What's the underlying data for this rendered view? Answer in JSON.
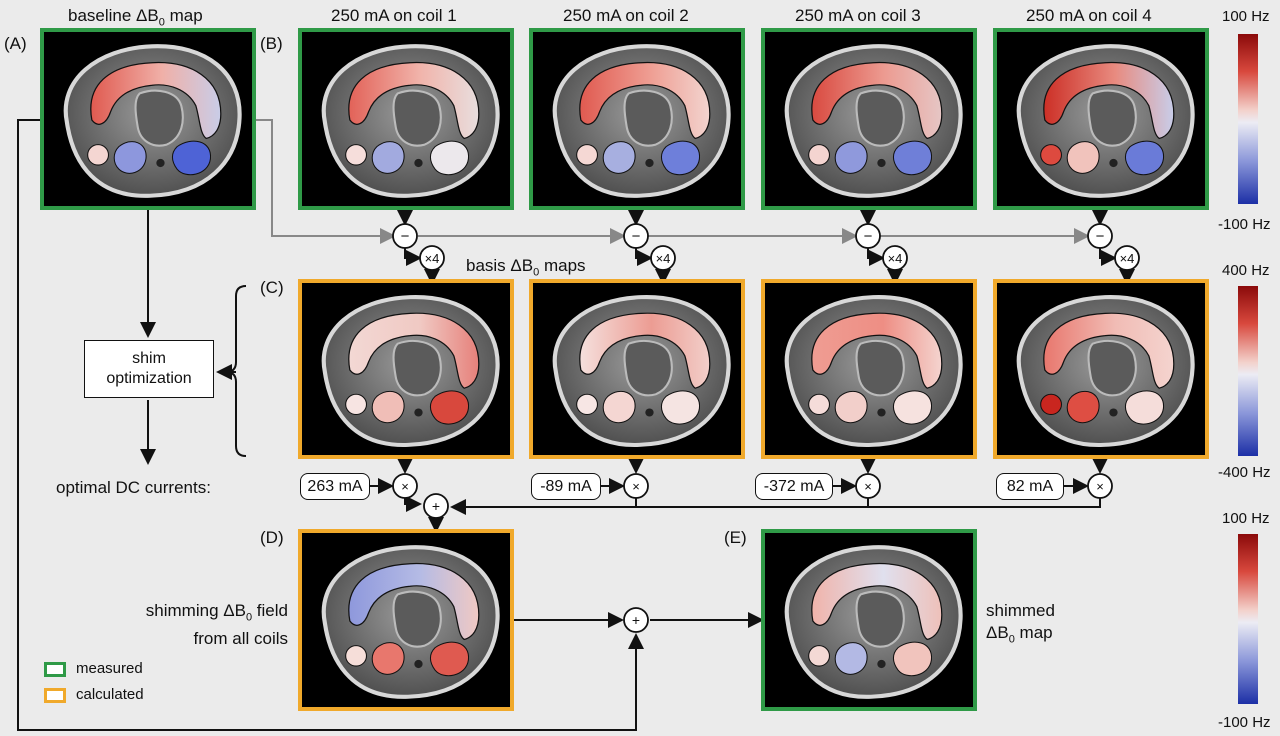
{
  "top_labels": {
    "baseline": "baseline ΔB",
    "baseline_sub": "0",
    "baseline_tail": " map",
    "coil1": "250 mA on coil 1",
    "coil2": "250 mA on coil 2",
    "coil3": "250 mA on coil 3",
    "coil4": "250 mA on coil 4"
  },
  "panel_letters": {
    "a": "(A)",
    "b": "(B)",
    "c": "(C)",
    "d": "(D)",
    "e": "(E)"
  },
  "basis_label": {
    "pre": "basis ΔB",
    "sub": "0",
    "post": " maps"
  },
  "shim_box": {
    "line1": "shim",
    "line2": "optimization"
  },
  "optimal_label": "optimal DC currents:",
  "currents": [
    "263 mA",
    "-89 mA",
    "-372 mA",
    "82 mA"
  ],
  "ops": {
    "minus": "−",
    "times4": "×4",
    "times": "×",
    "plus": "+"
  },
  "shimming_label": {
    "line1_pre": "shimming ΔB",
    "line1_sub": "0",
    "line1_post": " field",
    "line2": "from all coils"
  },
  "shimmed_label": {
    "line1": "shimmed",
    "line2_pre": "ΔB",
    "line2_sub": "0",
    "line2_post": " map"
  },
  "colorbars": {
    "top": {
      "max": "100 Hz",
      "min": "-100 Hz"
    },
    "middle": {
      "max": "400 Hz",
      "min": "-400 Hz"
    },
    "bottom": {
      "max": "100 Hz",
      "min": "-100 Hz"
    }
  },
  "legend": {
    "measured": "measured",
    "calculated": "calculated"
  },
  "colors": {
    "measured_border": "#2f9a47",
    "calculated_border": "#f0a92b"
  }
}
